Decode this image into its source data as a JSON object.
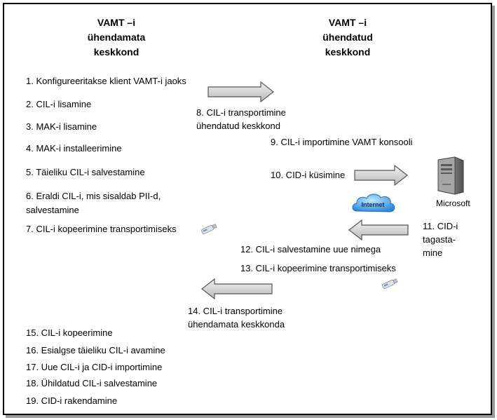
{
  "headers": {
    "left": [
      "VAMT –i",
      "ühendamata",
      "keskkond"
    ],
    "right": [
      "VAMT –i",
      "ühendatud",
      "keskkond"
    ]
  },
  "left_steps": [
    "1. Konfigureeritakse klient VAMT-i jaoks",
    "2. CIL-i lisamine",
    "3. MAK-i lisamine",
    "4. MAK-i installeerimine",
    "5. Täieliku CIL-i salvestamine",
    "6. Eraldi CIL-i, mis sisaldab PII-d,",
    "salvestamine",
    "7. CIL-i kopeerimine transportimiseks"
  ],
  "middle_steps": {
    "s8": [
      "8. CIL-i transportimine",
      "ühendatud keskkond"
    ],
    "s9": "9. CIL-i importimine VAMT konsooli",
    "s10": "10. CID-i küsimine",
    "s11": [
      "11. CID-i",
      "tagasta-",
      "mine"
    ],
    "s12": "12. CIL-i salvestamine uue nimega",
    "s13": "13. CIL-i kopeerimine transportimiseks",
    "s14": [
      "14. CIL-i transportimine",
      "ühendamata keskkonda"
    ]
  },
  "final_steps": [
    "15. CIL-i kopeerimine",
    "16. Esialgse täieliku CIL-i avamine",
    "17. Uue CIL-i ja CID-i importimine",
    "18. Ühildatud CIL-i salvestamine",
    "19. CID-i rakendamine"
  ],
  "cloud_label": "Internet",
  "server_label": "Microsoft"
}
